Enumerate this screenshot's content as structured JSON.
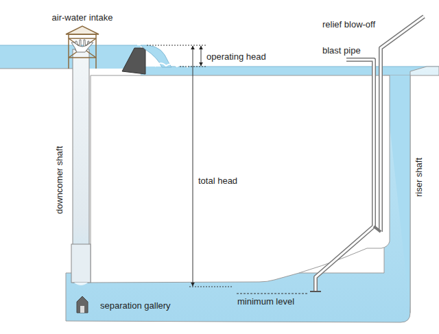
{
  "diagram": {
    "labels": [
      "air-water intake",
      "relief blow-off",
      "blast pipe",
      "operating head",
      "total head",
      "downcomer shaft",
      "riser shaft",
      "separation gallery",
      "minimum level"
    ]
  }
}
